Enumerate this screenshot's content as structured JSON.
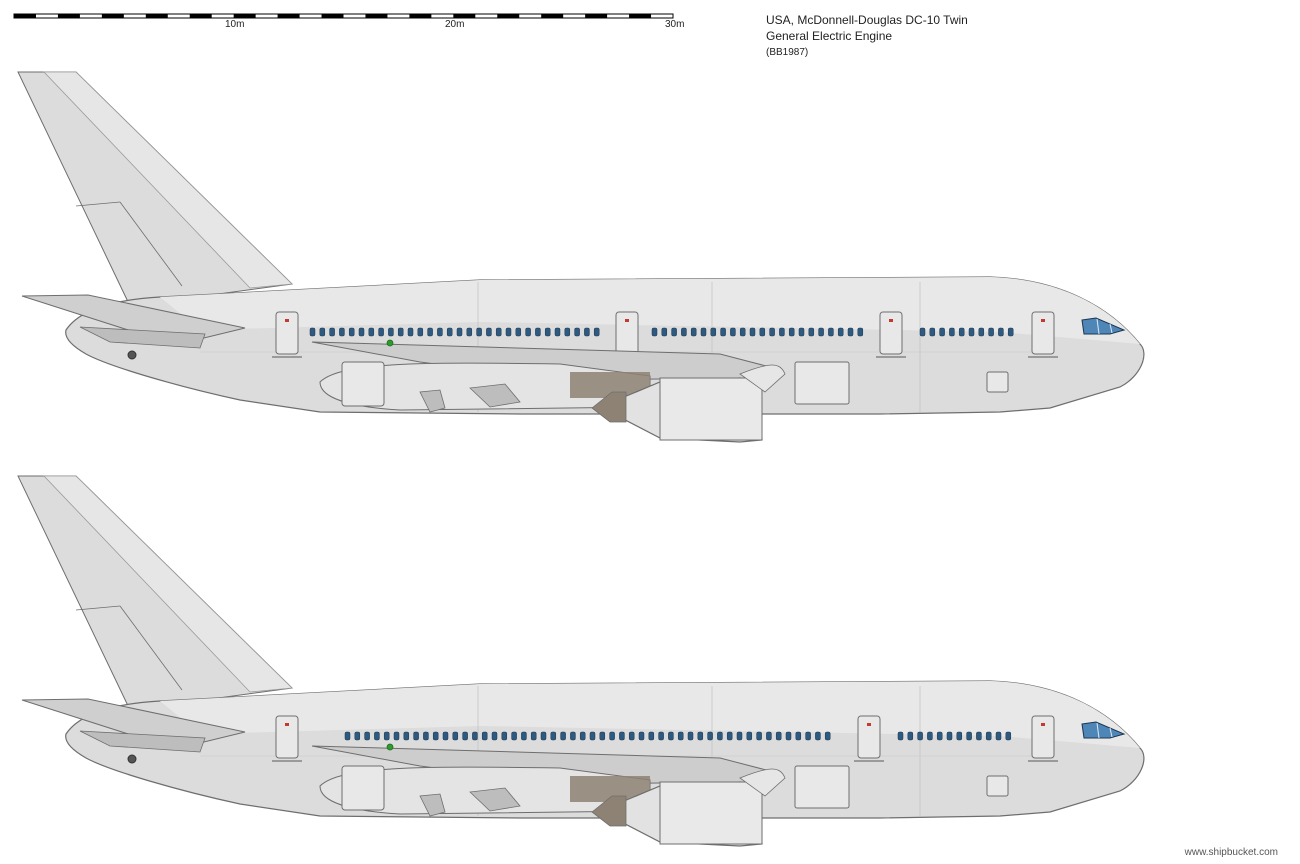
{
  "scale": {
    "labels": [
      "10m",
      "20m",
      "30m"
    ]
  },
  "title": {
    "line1": "USA, McDonnell-Douglas DC-10 Twin",
    "line2": "General Electric Engine",
    "line3": "(BB1987)"
  },
  "colors": {
    "fuselage": "#dcdcdc",
    "fuselage_light": "#e8e8e8",
    "outline": "#6e6e6e",
    "window": "#2e5a80",
    "cockpit": "#4f86b8",
    "panel": "#c4c4c4",
    "fairing": "#8d8273",
    "nav_light": "#2e9b2e"
  },
  "drawings": [
    {
      "variant": "top"
    },
    {
      "variant": "bottom"
    }
  ],
  "watermark": "www.shipbucket.com"
}
